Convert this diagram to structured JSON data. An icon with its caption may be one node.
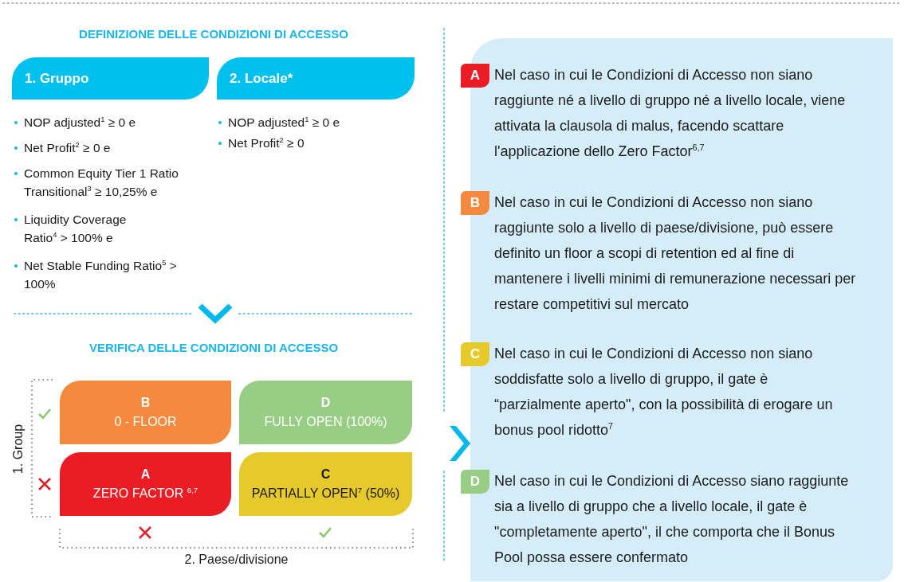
{
  "diagram": {
    "nodes": [
      {
        "text": [
          "1. Gruppo"
        ]
      },
      {
        "text": [
          "2. Locale*"
        ]
      },
      {
        "text": [
          "B",
          "0 - FLOOR"
        ]
      },
      {
        "text": [
          "D",
          "FULLY OPEN (100%)"
        ]
      },
      {
        "text": [
          "A",
          "ZERO FACTOR $^{6,7}$"
        ]
      },
      {
        "text": [
          "C",
          "PARTIALLY OPEN$^{7}$ (50%)"
        ]
      },
      {
        "text": [],
        "shape": "box"
      },
      {
        "text": [
          "A",
          "Nel caso in cui le Condizioni di Accesso non siano raggiunte né a livello di gruppo né a livello locale, viene attivata la clausola di malus, facendo scattare l'applicazione dello Zero Factor$^{6,7}$"
        ],
        "in": 6
      },
      {
        "text": [
          "B",
          "Nel caso in cui le Condizioni di Accesso non siano raggiunte solo a livello di paese/divisione, può essere definito un floor a scopi di retention ed al fine di mantenere i livelli minimi di remunerazione necessari per restare competitivi sul mercato"
        ],
        "in": 6
      },
      {
        "text": [
          "C",
          "Nel caso in cui le Condizioni di Accesso non siano soddisfatte solo a livello di gruppo, il gate è “parzialmente aperto\", con la possibilità di erogare un bonus pool ridotto$^{7}$"
        ],
        "in": 6
      },
      {
        "text": [
          "D",
          "Nel caso in cui le Condizioni di Accesso siano raggiunte sia a livello di gruppo che a livello locale, il gate è \"completamente aperto\", il che comporta che il Bonus Pool possa essere confermato"
        ],
        "in": 6
      }
    ],
    "edges": [
      {
        "from": null,
        "to": 6,
        "arrow": "to"
      }
    ],
    "labels": [
      "DEFINIZIONE DELLE CONDIZIONI DI ACCESSO",
      "NOP adjusted$^{1}$ ≥ 0 e",
      "Net Profit$^{2}$ ≥ 0 e",
      "Common Equity Tier 1 Ratio Transitional$^{3}$ ≥ 10,25% e",
      "Liquidity Coverage Ratio$^{4}$ > 100% e",
      "Net Stable Funding Ratio$^{5}$ > 100%",
      "NOP adjusted$^{1}$ ≥ 0 e",
      "Net Profit$^{2}$ ≥ 0",
      "VERIFICA DELLE CONDIZIONI DI ACCESSO",
      "1. Group",
      "2. Paese/divisione"
    ]
  }
}
